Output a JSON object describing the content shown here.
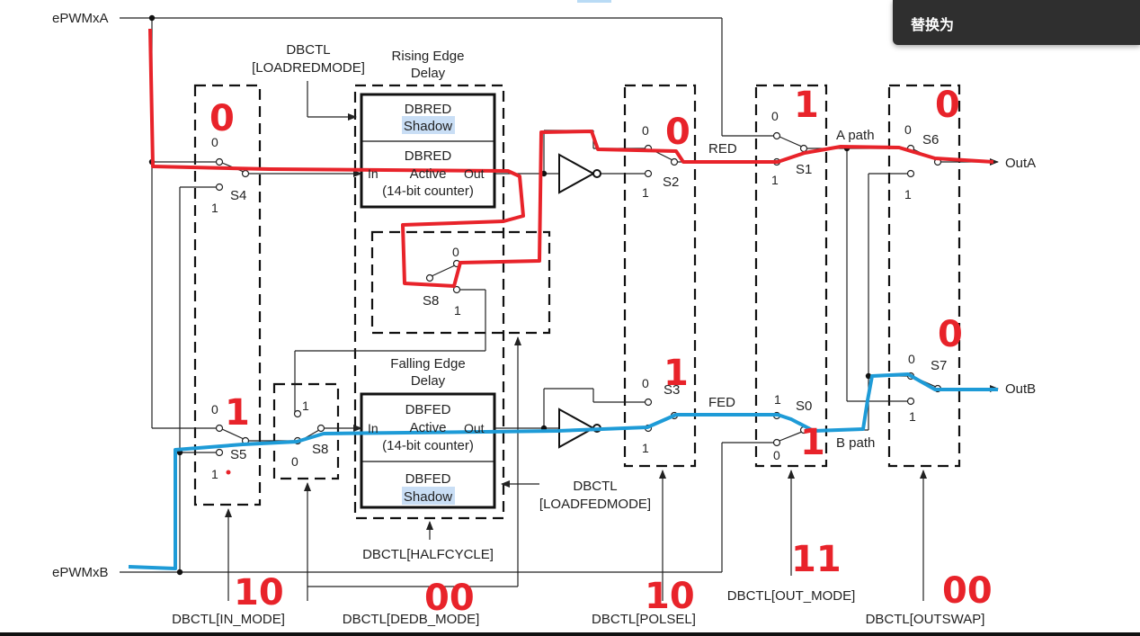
{
  "signals": {
    "in_a": "ePWMxA",
    "in_b": "ePWMxB",
    "out_a": "OutA",
    "out_b": "OutB",
    "red": "RED",
    "fed": "FED",
    "a_path": "A path",
    "b_path": "B path"
  },
  "blocks": {
    "rising_title_1": "Rising Edge",
    "rising_title_2": "Delay",
    "falling_title_1": "Falling Edge",
    "falling_title_2": "Delay",
    "dbred": "DBRED",
    "dbfed": "DBFED",
    "shadow": "Shadow",
    "active": "Active",
    "counter": "(14-bit counter)",
    "in": "In",
    "out": "Out"
  },
  "switches": {
    "s0": "S0",
    "s1": "S1",
    "s2": "S2",
    "s3": "S3",
    "s4": "S4",
    "s5": "S5",
    "s6": "S6",
    "s7": "S7",
    "s8": "S8",
    "zero": "0",
    "one": "1"
  },
  "registers": {
    "loadred_1": "DBCTL",
    "loadred_2": "[LOADREDMODE]",
    "loadfed_1": "DBCTL",
    "loadfed_2": "[LOADFEDMODE]",
    "halfcycle": "DBCTL[HALFCYCLE]",
    "in_mode": "DBCTL[IN_MODE]",
    "dedb_mode": "DBCTL[DEDB_MODE]",
    "polsel": "DBCTL[POLSEL]",
    "out_mode": "DBCTL[OUT_MODE]",
    "outswap": "DBCTL[OUTSWAP]"
  },
  "annotations": {
    "s4": "0",
    "s5": "1",
    "s2": "0",
    "s3": "1",
    "s1": "1",
    "s0": "1",
    "s6": "0",
    "s7": "0",
    "in_mode": "10",
    "dedb_mode": "00",
    "polsel": "10",
    "out_mode": "11",
    "outswap": "00"
  },
  "toolbar": {
    "replace_label": "替换为"
  },
  "colors": {
    "red_path": "#e8232a",
    "blue_path": "#1e9bd7",
    "highlight": "#c9def5"
  }
}
